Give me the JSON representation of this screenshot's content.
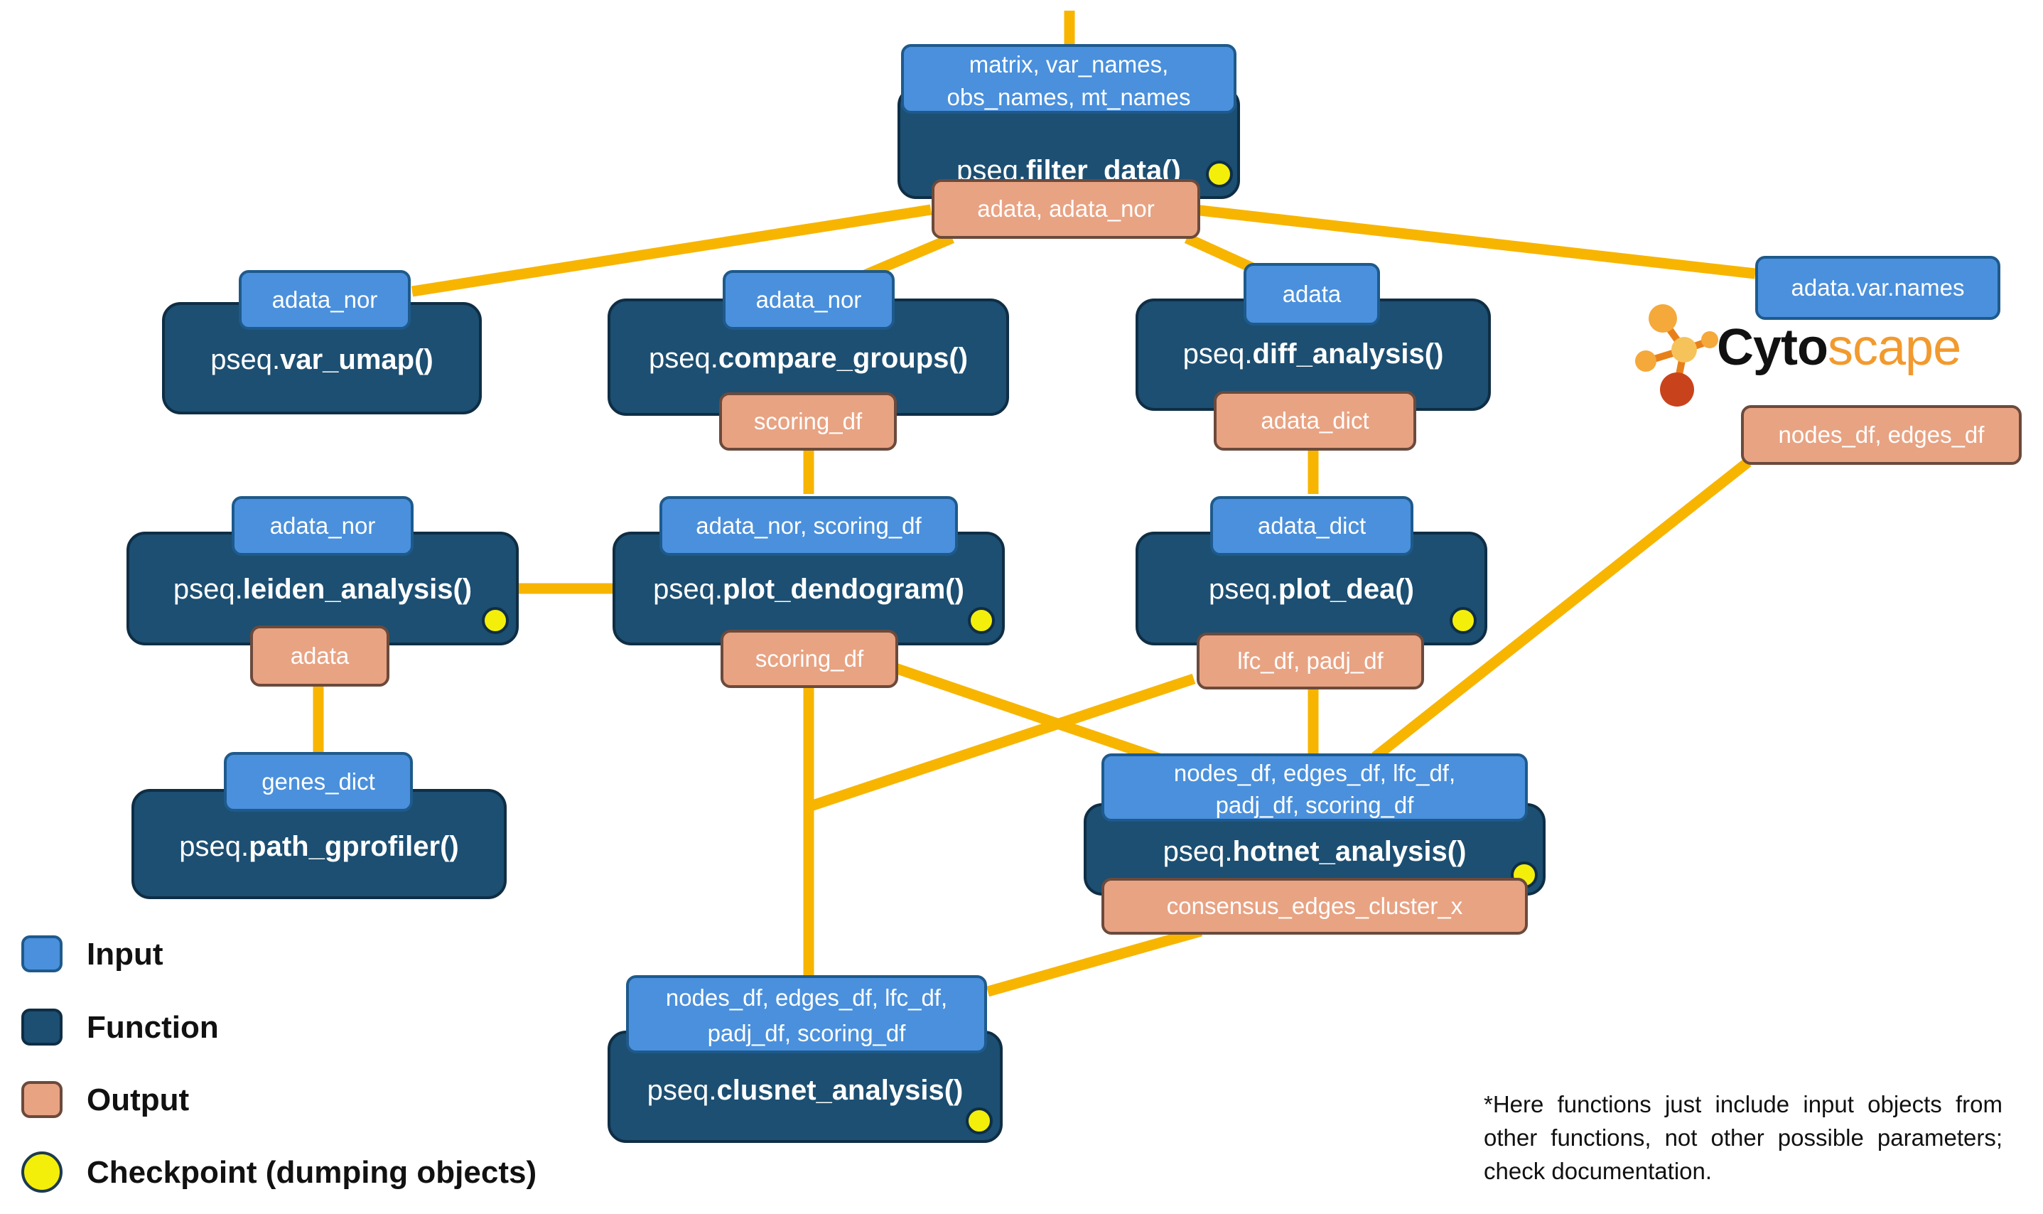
{
  "colors": {
    "input": "#4a90dc",
    "function": "#1c4f72",
    "output": "#e8a383",
    "checkpoint": "#f4ef0a",
    "connector": "#f7b500"
  },
  "functions": {
    "filter_data": {
      "prefix": "pseq.",
      "name": "filter_data()",
      "input": "matrix, var_names,",
      "input2": "obs_names, mt_names",
      "output": "adata, adata_nor"
    },
    "var_umap": {
      "prefix": "pseq.",
      "name": "var_umap()",
      "input": "adata_nor"
    },
    "compare_groups": {
      "prefix": "pseq.",
      "name": "compare_groups()",
      "input": "adata_nor",
      "output": "scoring_df"
    },
    "diff_analysis": {
      "prefix": "pseq.",
      "name": "diff_analysis()",
      "input": "adata",
      "output": "adata_dict"
    },
    "leiden_analysis": {
      "prefix": "pseq.",
      "name": "leiden_analysis()",
      "input": "adata_nor",
      "output": "adata"
    },
    "plot_dendogram": {
      "prefix": "pseq.",
      "name": "plot_dendogram()",
      "input": "adata_nor, scoring_df",
      "output": "scoring_df"
    },
    "plot_dea": {
      "prefix": "pseq.",
      "name": "plot_dea()",
      "input": "adata_dict",
      "output": "lfc_df, padj_df"
    },
    "path_gprofiler": {
      "prefix": "pseq.",
      "name": "path_gprofiler()",
      "input": "genes_dict"
    },
    "hotnet_analysis": {
      "prefix": "pseq.",
      "name": "hotnet_analysis()",
      "input": "nodes_df, edges_df, lfc_df,",
      "input2": "padj_df, scoring_df",
      "output": "consensus_edges_cluster_x"
    },
    "clusnet_analysis": {
      "prefix": "pseq.",
      "name": "clusnet_analysis()",
      "input": "nodes_df, edges_df, lfc_df,",
      "input2": "padj_df, scoring_df"
    }
  },
  "cytoscape": {
    "logo_text_1": "Cyto",
    "logo_text_2": "scape",
    "input": "adata.var.names",
    "output": "nodes_df, edges_df"
  },
  "legend": {
    "input": "Input",
    "function": "Function",
    "output": "Output",
    "checkpoint": "Checkpoint (dumping objects)"
  },
  "note": "*Here functions just include input objects from other functions, not other possible parameters; check documentation."
}
